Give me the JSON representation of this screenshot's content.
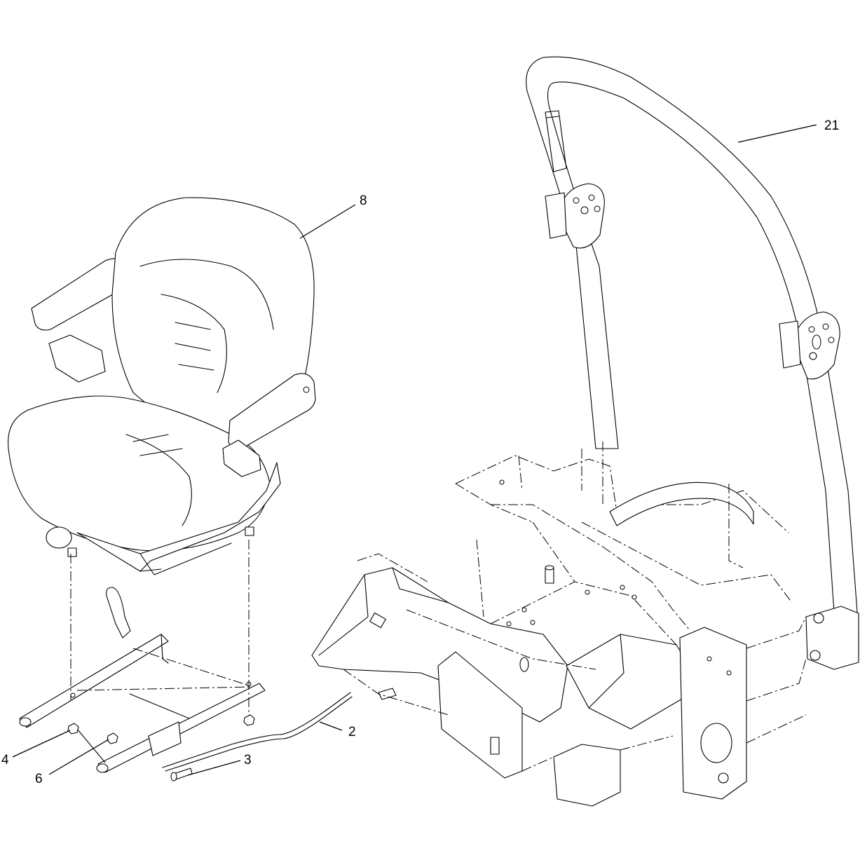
{
  "callouts": [
    {
      "id": "c8",
      "label": "8"
    },
    {
      "id": "c21",
      "label": "21"
    },
    {
      "id": "c2",
      "label": "2"
    },
    {
      "id": "c3",
      "label": "3"
    },
    {
      "id": "c4",
      "label": "4"
    },
    {
      "id": "c6",
      "label": "6"
    }
  ]
}
